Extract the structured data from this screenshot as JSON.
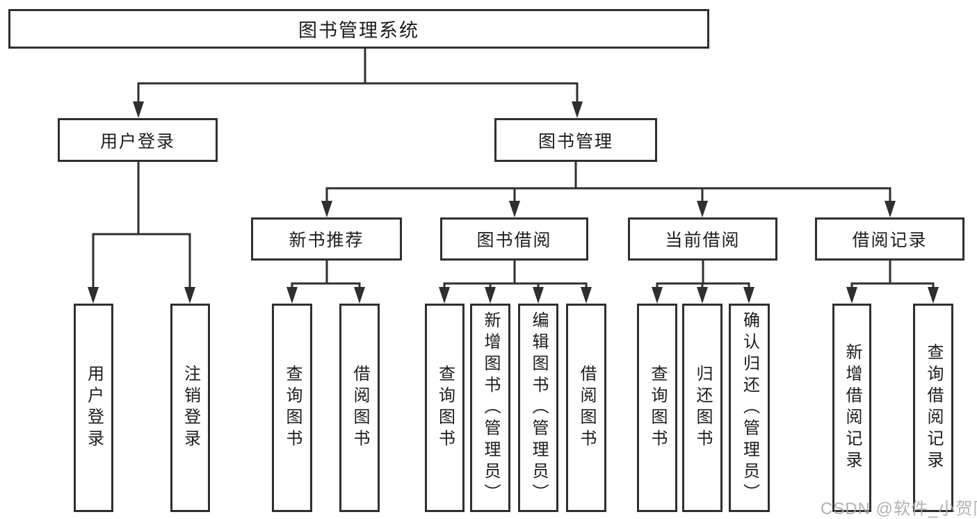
{
  "tree": {
    "label": "图书管理系统",
    "children": [
      {
        "label": "用户登录",
        "children": [
          {
            "label": "用户登录"
          },
          {
            "label": "注销登录"
          }
        ]
      },
      {
        "label": "图书管理",
        "children": [
          {
            "label": "新书推荐",
            "children": [
              {
                "label": "查询图书"
              },
              {
                "label": "借阅图书"
              }
            ]
          },
          {
            "label": "图书借阅",
            "children": [
              {
                "label": "查询图书"
              },
              {
                "label": "新增图书（管理员）"
              },
              {
                "label": "编辑图书（管理员）"
              },
              {
                "label": "借阅图书"
              }
            ]
          },
          {
            "label": "当前借阅",
            "children": [
              {
                "label": "查询图书"
              },
              {
                "label": "归还图书"
              },
              {
                "label": "确认归还（管理员）"
              }
            ]
          },
          {
            "label": "借阅记录",
            "children": [
              {
                "label": "新增借阅记录"
              },
              {
                "label": "查询借阅记录"
              }
            ]
          }
        ]
      }
    ]
  },
  "watermark": {
    "text": "CSDN @软件_小贺同学"
  },
  "colors": {
    "line": "#2f2f2f",
    "text": "#1c1c1c",
    "watermark": "#a9a9a9"
  }
}
